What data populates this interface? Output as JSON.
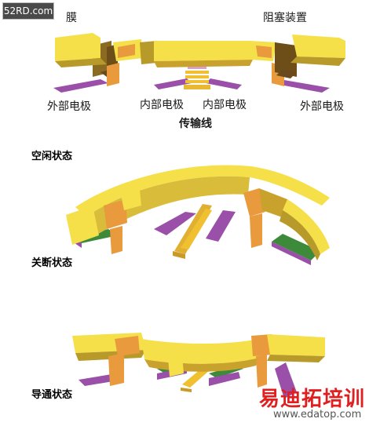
{
  "watermark_top_left": "52RD.com",
  "labels": {
    "membrane": "膜",
    "stopper": "阻塞装置",
    "outer_electrode_left": "外部电极",
    "inner_electrode_left": "内部电极",
    "inner_electrode_right": "内部电极",
    "outer_electrode_right": "外部电极",
    "transmission_line": "传输线"
  },
  "states": {
    "idle": "空闲状态",
    "off": "关断状态",
    "on": "导通状态"
  },
  "watermark_bottom_right": {
    "brand": "易迪拓培训",
    "url": "www.edatop.com"
  },
  "colors": {
    "membrane": "#f5e04a",
    "membrane_side": "#b89a2a",
    "stopper": "#e89a3c",
    "electrode": "#9a4fa8",
    "electrode_green": "#3d8a3a",
    "line": "#f0c030"
  }
}
